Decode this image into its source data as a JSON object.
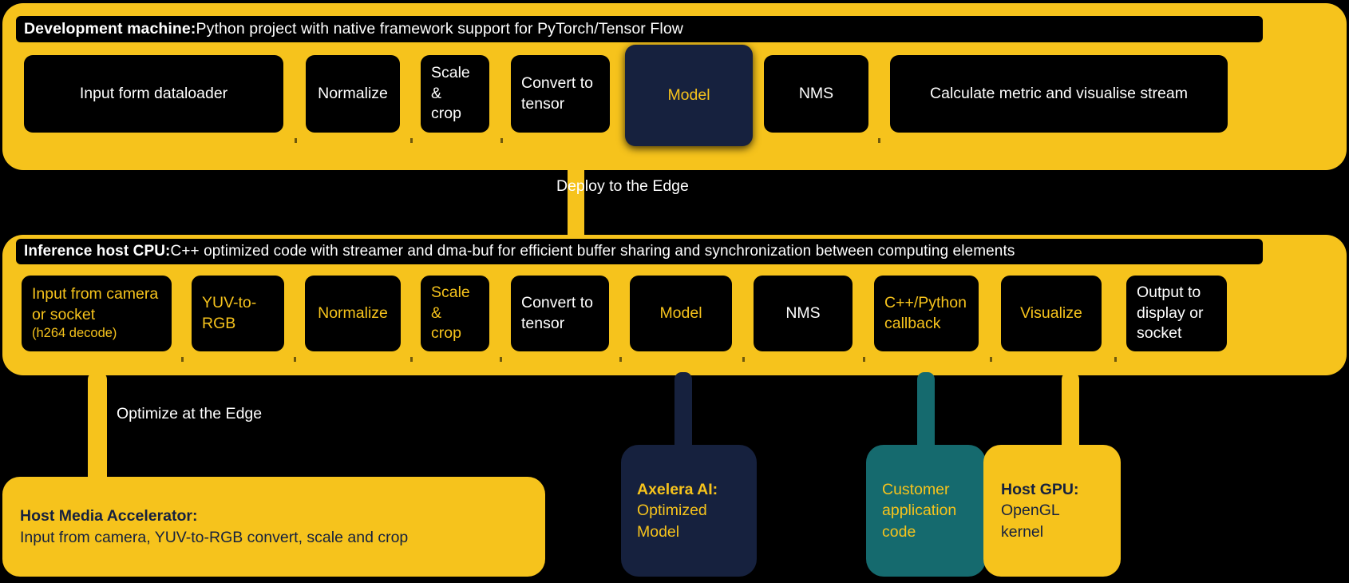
{
  "dev_section": {
    "header_bold": "Development machine:",
    "header_rest": " Python project with native framework support for PyTorch/Tensor Flow",
    "blocks": [
      {
        "label": "Input form dataloader",
        "style": "black-white"
      },
      {
        "label": "Normalize",
        "style": "black-white"
      },
      {
        "label": "Scale &\ncrop",
        "style": "black-white"
      },
      {
        "label": "Convert to\ntensor",
        "style": "black-white"
      },
      {
        "label": "Model",
        "style": "navy-yellow"
      },
      {
        "label": "NMS",
        "style": "black-white"
      },
      {
        "label": "Calculate metric and visualise stream",
        "style": "black-white"
      }
    ]
  },
  "deploy_label": "Deploy to the Edge",
  "optimize_label": "Optimize at the Edge",
  "inference_section": {
    "header_bold": "Inference host CPU:",
    "header_rest": " C++ optimized code with streamer and dma-buf for efficient buffer sharing and synchronization between computing elements",
    "blocks": [
      {
        "label": "Input from camera\nor socket",
        "sub": "(h264 decode)",
        "style": "black-yellow"
      },
      {
        "label": "YUV-to-\nRGB",
        "style": "black-yellow"
      },
      {
        "label": "Normalize",
        "style": "black-yellow"
      },
      {
        "label": "Scale &\ncrop",
        "style": "black-yellow"
      },
      {
        "label": "Convert to\ntensor",
        "style": "black-white"
      },
      {
        "label": "Model",
        "style": "black-yellow"
      },
      {
        "label": "NMS",
        "style": "black-white"
      },
      {
        "label": "C++/Python\ncallback",
        "style": "black-yellow"
      },
      {
        "label": "Visualize",
        "style": "black-yellow"
      },
      {
        "label": "Output to\ndisplay or\nsocket",
        "style": "black-white"
      }
    ]
  },
  "bottom_cards": [
    {
      "title": "Host Media Accelerator:",
      "body": "Input from camera, YUV-to-RGB convert, scale and crop",
      "style": "yellow"
    },
    {
      "title": "Axelera AI:",
      "body": "Optimized\nModel",
      "style": "navy"
    },
    {
      "title": "",
      "body": "Customer\napplication\ncode",
      "style": "teal"
    },
    {
      "title": "Host GPU:",
      "body": "OpenGL\nkernel",
      "style": "yellow"
    }
  ],
  "colors": {
    "brand_yellow": "#F6C31C",
    "navy": "#16213E",
    "teal": "#156A6E",
    "black": "#000000",
    "white": "#FFFFFF"
  }
}
